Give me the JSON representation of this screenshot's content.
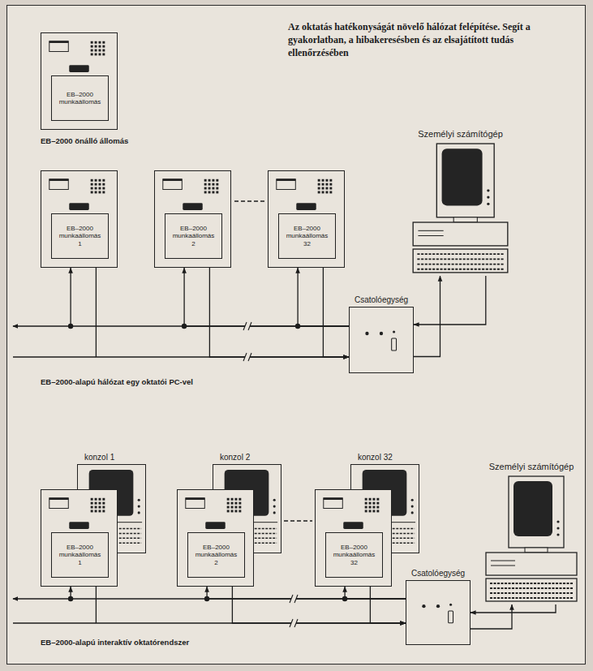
{
  "diagram": {
    "caption": "Az oktatás hatékonyságát növelő hálózat felépítése. Segít a gyakorlatban, a hibakeresésben és az elsajátított tudás ellenőrzésében",
    "nodes": [
      {
        "text": [
          "EB–2000 munkaállomás"
        ]
      },
      {
        "text": [
          "EB–2000 munkaállomás 1"
        ]
      },
      {
        "text": [
          "EB–2000 munkaállomás 2"
        ]
      },
      {
        "text": [
          "EB–2000 munkaállomás 32"
        ]
      },
      {
        "text": [
          "Személyi számítógép"
        ]
      },
      {
        "text": [
          "Csatolóegység"
        ]
      },
      {
        "text": [
          "konzol 1"
        ]
      },
      {
        "text": [
          "konzol 2"
        ]
      },
      {
        "text": [
          "konzol 32"
        ]
      },
      {
        "text": [
          "Személyi számítógép"
        ]
      },
      {
        "text": [
          "EB–2000 munkaállomás 1"
        ]
      },
      {
        "text": [
          "EB–2000 munkaállomás 2"
        ]
      },
      {
        "text": [
          "EB–2000 munkaállomás 32"
        ]
      },
      {
        "text": [
          "Csatolóegység"
        ]
      }
    ],
    "edges": [
      {
        "from": 1,
        "to": 5,
        "arrow": "to"
      },
      {
        "from": 2,
        "to": 5,
        "arrow": "to"
      },
      {
        "from": 3,
        "to": 5,
        "arrow": "to"
      },
      {
        "from": 5,
        "to": 1,
        "arrow": "to"
      },
      {
        "from": 5,
        "to": 2,
        "arrow": "to"
      },
      {
        "from": 5,
        "to": 3,
        "arrow": "to"
      },
      {
        "from": 4,
        "to": 5,
        "arrow": "to"
      },
      {
        "from": 5,
        "to": 4,
        "arrow": "to"
      },
      {
        "from": 10,
        "to": 13,
        "arrow": "to"
      },
      {
        "from": 11,
        "to": 13,
        "arrow": "to"
      },
      {
        "from": 12,
        "to": 13,
        "arrow": "to"
      },
      {
        "from": 13,
        "to": 10,
        "arrow": "to"
      },
      {
        "from": 13,
        "to": 11,
        "arrow": "to"
      },
      {
        "from": 13,
        "to": 12,
        "arrow": "to"
      },
      {
        "from": 9,
        "to": 13,
        "arrow": "to"
      },
      {
        "from": 13,
        "to": 9,
        "arrow": "to"
      }
    ],
    "labels": [
      "EB–2000 önálló állomás",
      "EB–2000-alapú hálózat egy oktatói PC-vel",
      "EB–2000-alapú interaktív oktatórendszer"
    ]
  }
}
